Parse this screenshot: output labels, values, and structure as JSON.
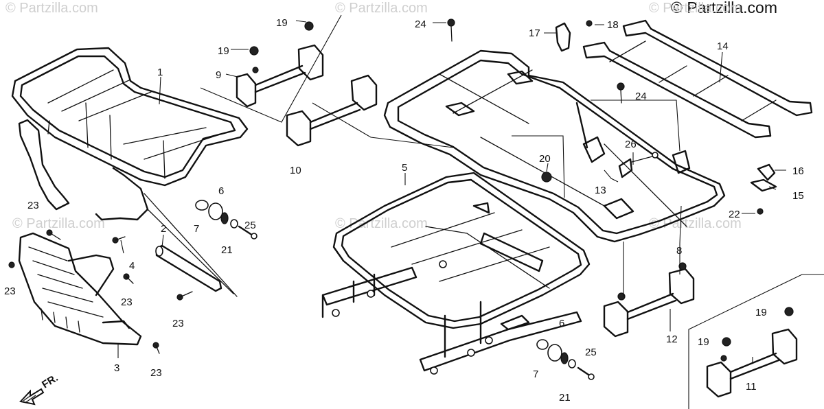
{
  "copyright": "© Partzilla.com",
  "watermarks": [
    "© Partzilla.com",
    "© Partzilla.com",
    "© Partzilla.com",
    "© Partzilla.com",
    "© Partzilla.com",
    "© Partzilla.com"
  ],
  "direction_label": "FR.",
  "callouts": {
    "c1": "1",
    "c2": "2",
    "c3": "3",
    "c4": "4",
    "c5": "5",
    "c6a": "6",
    "c6b": "6",
    "c7a": "7",
    "c7b": "7",
    "c8": "8",
    "c9": "9",
    "c10": "10",
    "c11": "11",
    "c12": "12",
    "c13": "13",
    "c14": "14",
    "c15": "15",
    "c16": "16",
    "c17": "17",
    "c18": "18",
    "c19a": "19",
    "c19b": "19",
    "c19c": "19",
    "c19d": "19",
    "c20": "20",
    "c21a": "21",
    "c21b": "21",
    "c22": "22",
    "c23a": "23",
    "c23b": "23",
    "c23c": "23",
    "c23d": "23",
    "c23e": "23",
    "c24a": "24",
    "c24b": "24",
    "c25a": "25",
    "c25b": "25",
    "c26": "26"
  },
  "icons": {
    "direction_arrow": "front-direction-arrow-icon"
  }
}
